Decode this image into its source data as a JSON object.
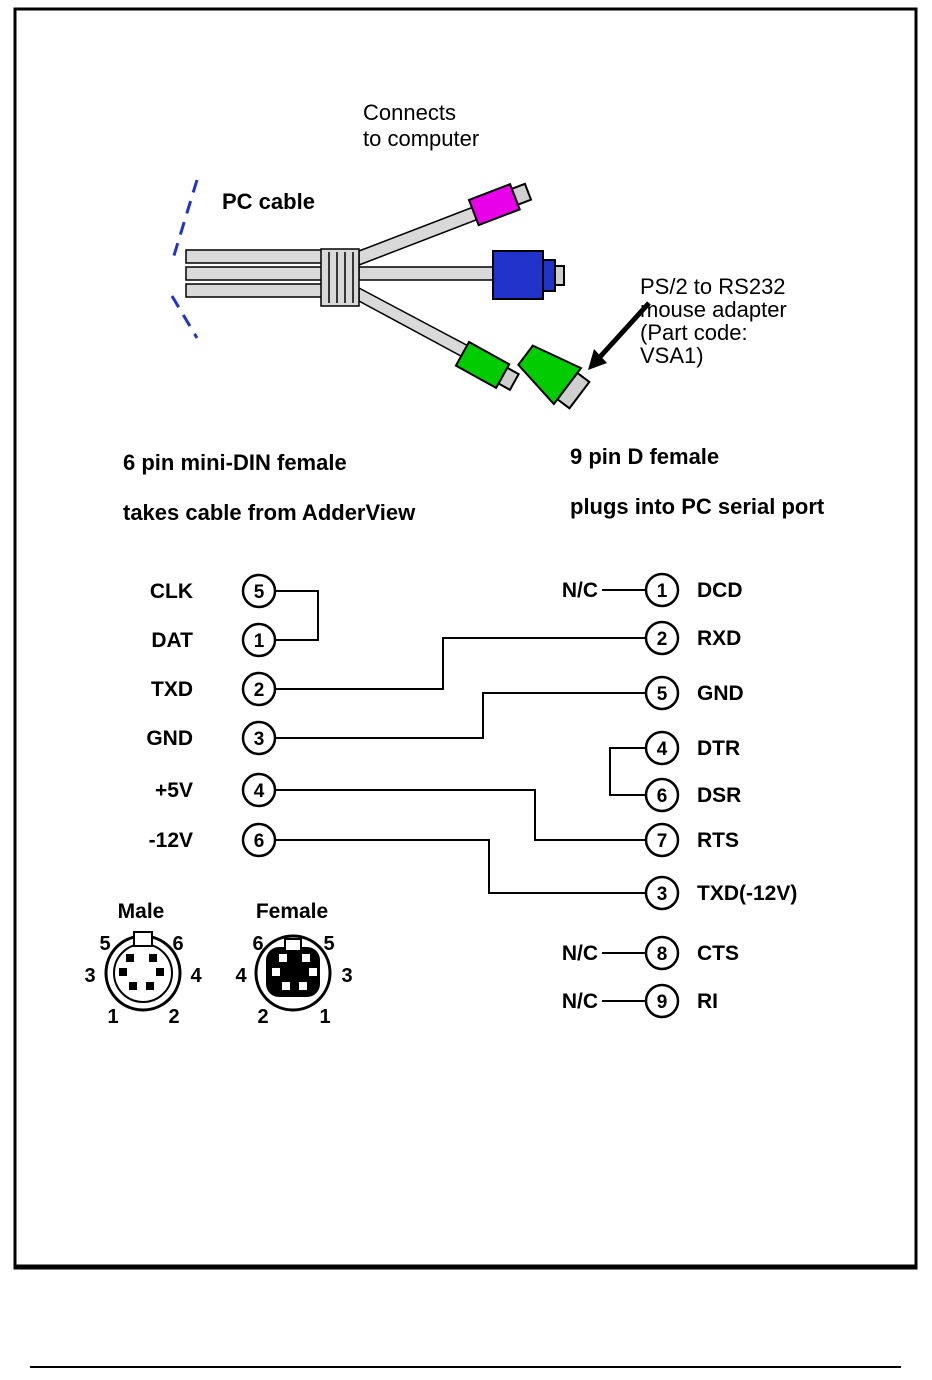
{
  "labels": {
    "connects_line1": "Connects",
    "connects_line2": "to computer",
    "pc_cable": "PC cable",
    "adapter_line1": "PS/2 to RS232",
    "adapter_line2": "mouse adapter",
    "adapter_line3": "(Part code:",
    "adapter_line4": "VSA1)"
  },
  "left_section": {
    "header_line1": "6 pin mini-DIN female",
    "header_line2": "takes cable from AdderView",
    "pins": [
      {
        "label": "CLK",
        "pin": "5"
      },
      {
        "label": "DAT",
        "pin": "1"
      },
      {
        "label": "TXD",
        "pin": "2"
      },
      {
        "label": "GND",
        "pin": "3"
      },
      {
        "label": "+5V",
        "pin": "4"
      },
      {
        "label": "-12V",
        "pin": "6"
      }
    ]
  },
  "right_section": {
    "header_line1": "9 pin D female",
    "header_line2": "plugs into PC serial port",
    "nc_label": "N/C",
    "pins": [
      {
        "pin": "1",
        "label": "DCD",
        "nc": true
      },
      {
        "pin": "2",
        "label": "RXD",
        "nc": false
      },
      {
        "pin": "5",
        "label": "GND",
        "nc": false
      },
      {
        "pin": "4",
        "label": "DTR",
        "nc": false
      },
      {
        "pin": "6",
        "label": "DSR",
        "nc": false
      },
      {
        "pin": "7",
        "label": "RTS",
        "nc": false
      },
      {
        "pin": "3",
        "label": "TXD(-12V)",
        "nc": false
      },
      {
        "pin": "8",
        "label": "CTS",
        "nc": true
      },
      {
        "pin": "9",
        "label": "RI",
        "nc": true
      }
    ]
  },
  "connections": [
    {
      "from": "CLK (5)",
      "to": "DAT (1)"
    },
    {
      "from": "TXD (2)",
      "to": "RXD (2)"
    },
    {
      "from": "GND (3)",
      "to": "GND (5)"
    },
    {
      "from": "+5V (4)",
      "to": "RTS (7)"
    },
    {
      "from": "-12V (6)",
      "to": "TXD(-12V) (3)"
    },
    {
      "from": "DTR (4)",
      "to": "DSR (6)"
    }
  ],
  "mini_din": {
    "male_label": "Male",
    "female_label": "Female",
    "male_pins": [
      "5",
      "6",
      "3",
      "4",
      "1",
      "2"
    ],
    "female_pins": [
      "6",
      "5",
      "4",
      "3",
      "2",
      "1"
    ]
  },
  "colors": {
    "keyboard_connector": "#e800e8",
    "video_connector": "#2233cc",
    "mouse_connector": "#00cc00",
    "adapter_body": "#00cc00",
    "cable_gray": "#d9d9d9",
    "dashed_cable_end": "#2233cc"
  }
}
